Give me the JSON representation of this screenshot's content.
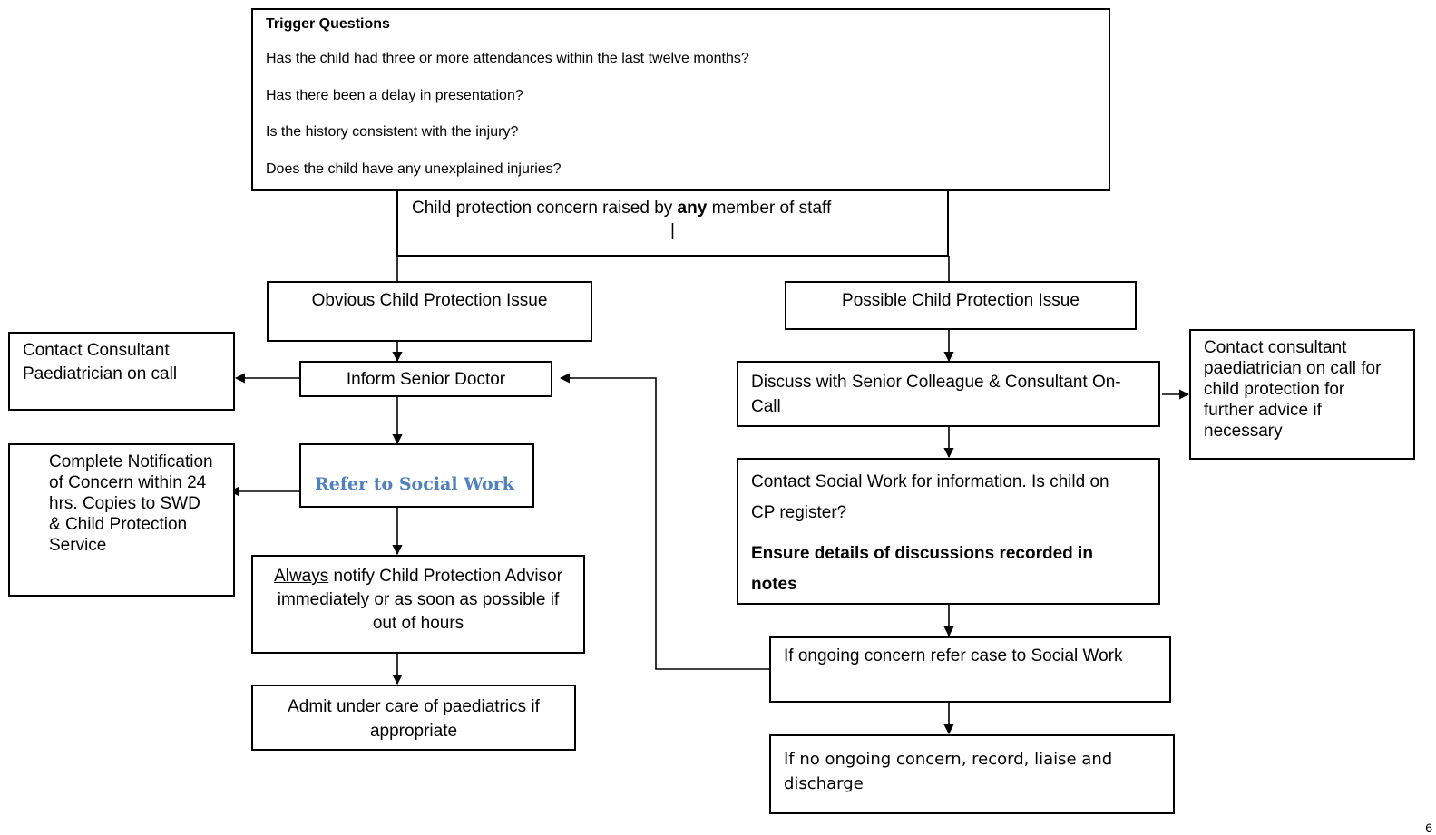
{
  "trigger": {
    "heading": "Trigger Questions",
    "questions": [
      "Has the child had three or more attendances within the last twelve months?",
      "Has there been a delay in presentation?",
      "Is the history consistent with the injury?",
      "Does the child have any unexplained injuries?"
    ]
  },
  "concern": {
    "pre": "Child protection concern raised by ",
    "emph": "any",
    "post": " member of staff",
    "cursor": "|"
  },
  "left": {
    "obvious": "Obvious Child Protection Issue",
    "contact_consultant": [
      "Contact Consultant",
      "Paediatrician on call"
    ],
    "inform_senior": "Inform Senior Doctor",
    "refer_social_work": "Refer to Social Work",
    "complete_notification": [
      "Complete Notification",
      "of Concern within 24",
      "hrs. Copies to SWD",
      "& Child Protection",
      "Service"
    ],
    "always_notify": {
      "underlined": "Always",
      "rest": " notify Child Protection Advisor",
      "line2": "immediately or as soon as possible if",
      "line3": "out of hours"
    },
    "admit": [
      "Admit under care of paediatrics if",
      "appropriate"
    ]
  },
  "right": {
    "possible": "Possible Child Protection Issue",
    "discuss": [
      "Discuss with Senior Colleague & Consultant On-",
      "Call"
    ],
    "contact_on_call": [
      "Contact consultant",
      "paediatrician on call for",
      "child protection for",
      "further advice if",
      "necessary"
    ],
    "contact_sw": {
      "line1": "Contact Social Work for information. Is child on",
      "line2": "CP register?",
      "bold1": "Ensure details of discussions recorded in",
      "bold2": "notes"
    },
    "ongoing": "If ongoing concern refer case to Social Work",
    "no_ongoing": [
      "If no ongoing concern, record, liaise and",
      "discharge"
    ]
  },
  "page_number": "6"
}
